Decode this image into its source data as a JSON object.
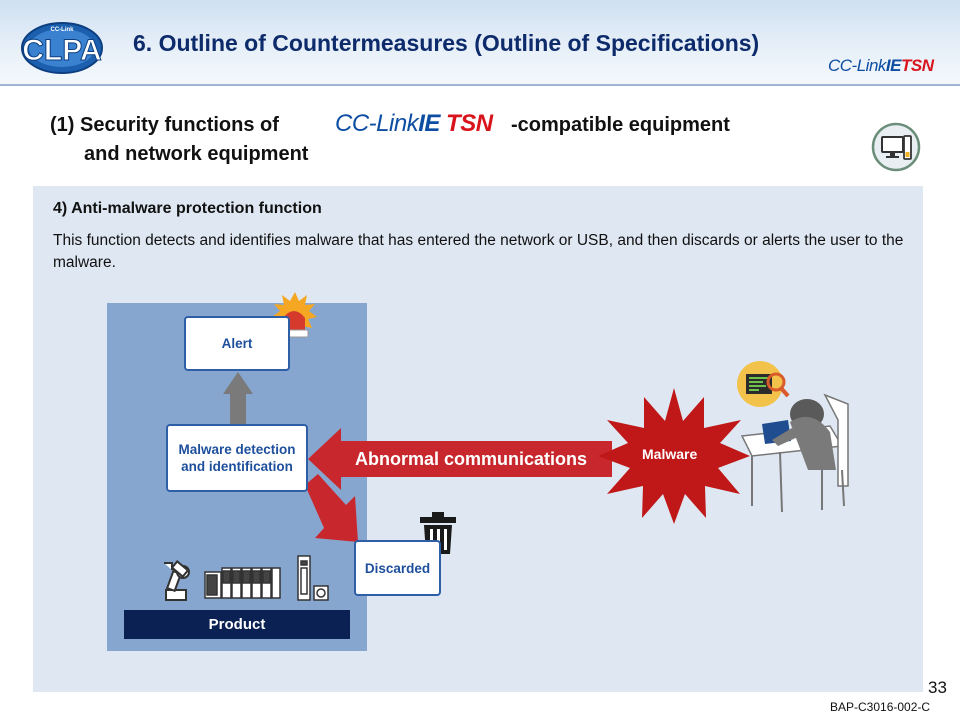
{
  "header": {
    "title": "6. Outline of Countermeasures (Outline of Specifications)",
    "logo_text": "CLPA",
    "logo_arc_text": "CC-Link",
    "brand": {
      "cc": "CC-Link",
      "ie": "IE",
      "tsn": "TSN"
    }
  },
  "subtitle": {
    "line1_prefix": "(1) Security functions of",
    "line1_suffix": "-compatible equipment",
    "line2": "and network equipment",
    "badge_icon": "computer-monitor-icon"
  },
  "section": {
    "heading": "4) Anti-malware protection function",
    "description": "This function detects and identifies malware that has entered the network or USB, and then discards or alerts the user to the malware."
  },
  "diagram": {
    "alert_label": "Alert",
    "detection_label": "Malware detection and identification",
    "discarded_label": "Discarded",
    "product_label": "Product",
    "abnormal_label": "Abnormal communications",
    "malware_label": "Malware",
    "icons": [
      "warning-light-icon",
      "trash-can-icon",
      "robot-arm-icon",
      "plc-rack-icon",
      "controller-icon",
      "hacker-at-desk-icon"
    ]
  },
  "footer": {
    "page_number": "33",
    "doc_code": "BAP-C3016-002-C"
  },
  "colors": {
    "title": "#0d2a6b",
    "brand_blue": "#0d4ea3",
    "brand_red": "#d8141c",
    "panel": "#dfe8f2",
    "product_area": "#87a6cf",
    "product_bar": "#0b2153",
    "arrow_red": "#c8282d",
    "malware_red": "#c01818"
  }
}
